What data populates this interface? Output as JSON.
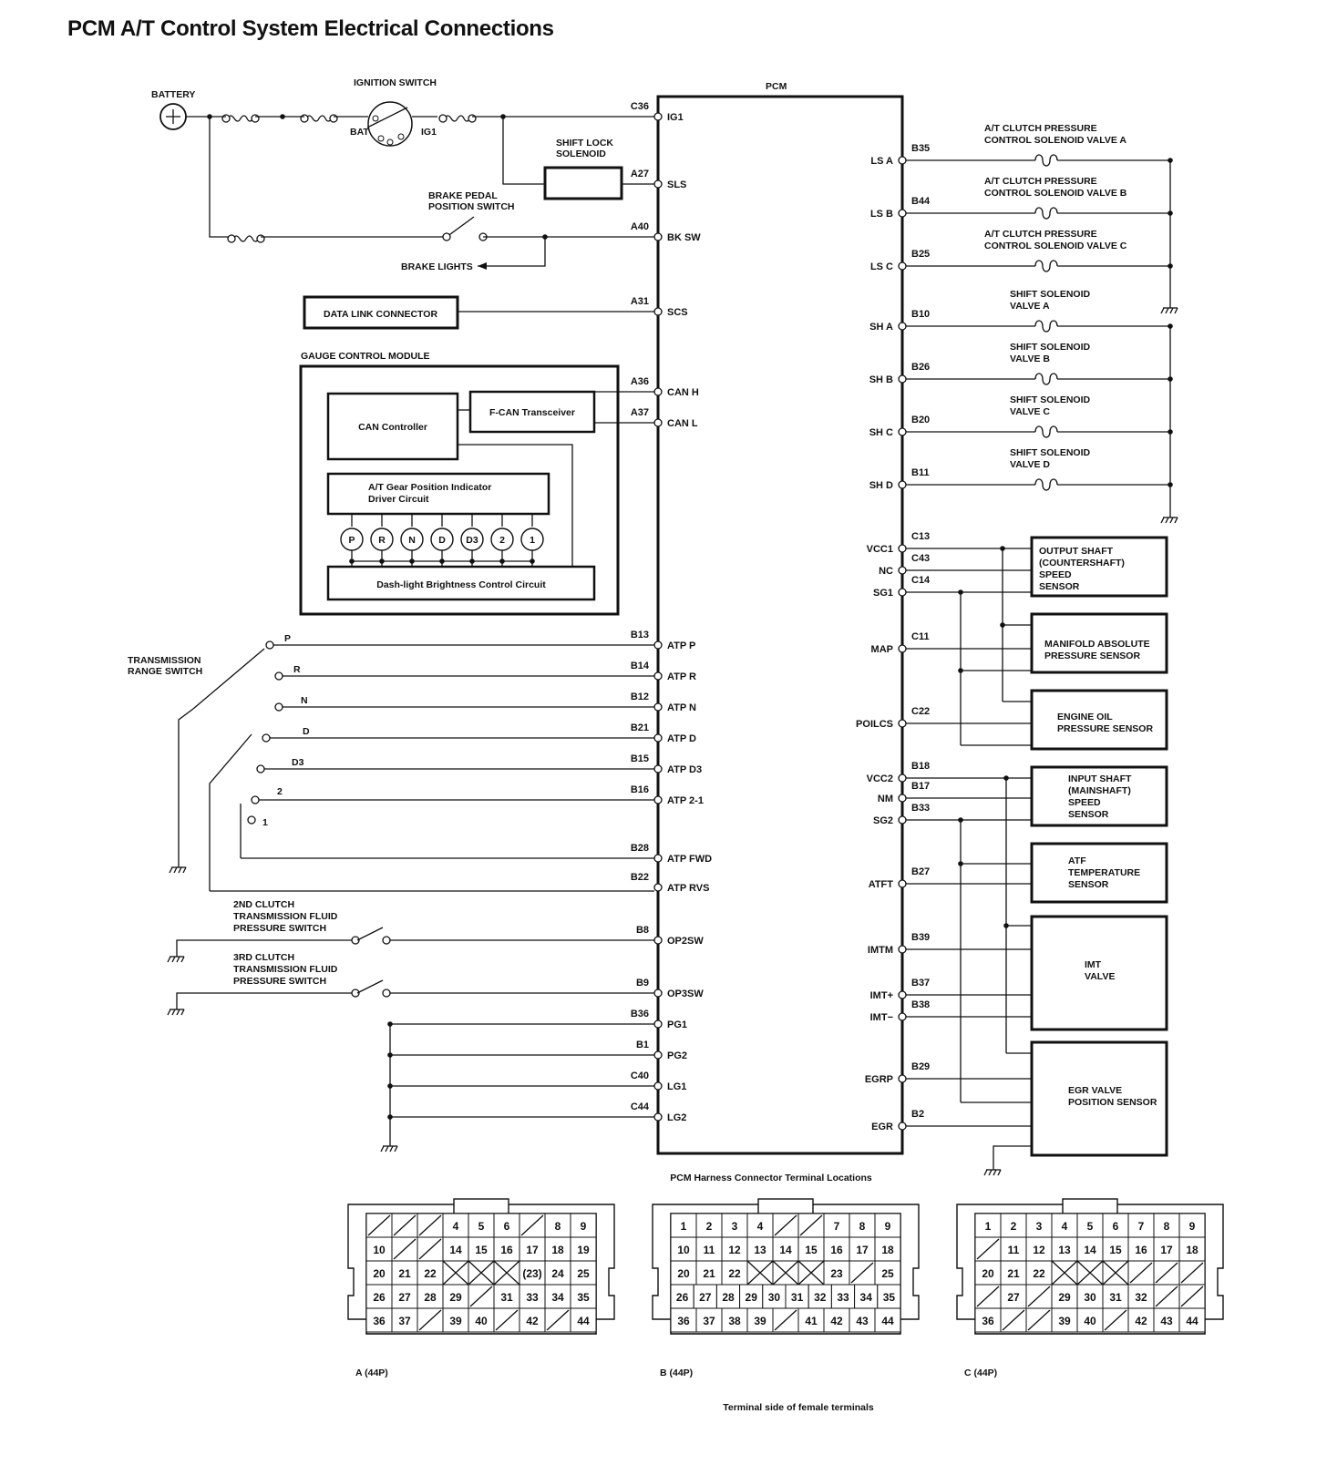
{
  "title": "PCM A/T Control System Electrical Connections",
  "labels": {
    "battery": "BATTERY",
    "ignition_switch": "IGNITION SWITCH",
    "bat": "BAT",
    "ig1": "IG1",
    "pcm": "PCM",
    "shift_lock_solenoid": [
      "SHIFT LOCK",
      "SOLENOID"
    ],
    "brake_pedal_switch": [
      "BRAKE PEDAL",
      "POSITION SWITCH"
    ],
    "brake_lights": "BRAKE LIGHTS",
    "data_link_connector": "DATA LINK CONNECTOR",
    "gauge_control_module": "GAUGE CONTROL MODULE",
    "can_controller": "CAN Controller",
    "fcan_transceiver": "F-CAN Transceiver",
    "gear_driver": [
      "A/T Gear Position Indicator",
      "Driver Circuit"
    ],
    "dash_brightness": "Dash-light Brightness Control Circuit",
    "transmission_range_switch": [
      "TRANSMISSION",
      "RANGE SWITCH"
    ],
    "clutch2_switch": [
      "2ND CLUTCH",
      "TRANSMISSION FLUID",
      "PRESSURE SWITCH"
    ],
    "clutch3_switch": [
      "3RD CLUTCH",
      "TRANSMISSION FLUID",
      "PRESSURE SWITCH"
    ],
    "connector_locations": "PCM Harness Connector Terminal Locations",
    "terminal_side": "Terminal side of female terminals"
  },
  "gear_indicators": [
    "P",
    "R",
    "N",
    "D",
    "D3",
    "2",
    "1"
  ],
  "range_positions": [
    "P",
    "R",
    "N",
    "D",
    "D3",
    "2",
    "1"
  ],
  "left_pins": [
    {
      "code": "C36",
      "name": "IG1"
    },
    {
      "code": "A27",
      "name": "SLS"
    },
    {
      "code": "A40",
      "name": "BK SW"
    },
    {
      "code": "A31",
      "name": "SCS"
    },
    {
      "code": "A36",
      "name": "CAN H"
    },
    {
      "code": "A37",
      "name": "CAN L"
    },
    {
      "code": "B13",
      "name": "ATP P"
    },
    {
      "code": "B14",
      "name": "ATP R"
    },
    {
      "code": "B12",
      "name": "ATP N"
    },
    {
      "code": "B21",
      "name": "ATP D"
    },
    {
      "code": "B15",
      "name": "ATP D3"
    },
    {
      "code": "B16",
      "name": "ATP 2-1"
    },
    {
      "code": "B28",
      "name": "ATP FWD"
    },
    {
      "code": "B22",
      "name": "ATP RVS"
    },
    {
      "code": "B8",
      "name": "OP2SW"
    },
    {
      "code": "B9",
      "name": "OP3SW"
    },
    {
      "code": "B36",
      "name": "PG1"
    },
    {
      "code": "B1",
      "name": "PG2"
    },
    {
      "code": "C40",
      "name": "LG1"
    },
    {
      "code": "C44",
      "name": "LG2"
    }
  ],
  "right_pins": [
    {
      "name": "LS A",
      "code": "B35"
    },
    {
      "name": "LS B",
      "code": "B44"
    },
    {
      "name": "LS C",
      "code": "B25"
    },
    {
      "name": "SH A",
      "code": "B10"
    },
    {
      "name": "SH B",
      "code": "B26"
    },
    {
      "name": "SH C",
      "code": "B20"
    },
    {
      "name": "SH D",
      "code": "B11"
    },
    {
      "name": "VCC1",
      "code": "C13"
    },
    {
      "name": "NC",
      "code": "C43"
    },
    {
      "name": "SG1",
      "code": "C14"
    },
    {
      "name": "MAP",
      "code": "C11"
    },
    {
      "name": "POILCS",
      "code": "C22"
    },
    {
      "name": "VCC2",
      "code": "B18"
    },
    {
      "name": "NM",
      "code": "B17"
    },
    {
      "name": "SG2",
      "code": "B33"
    },
    {
      "name": "ATFT",
      "code": "B27"
    },
    {
      "name": "IMTM",
      "code": "B39"
    },
    {
      "name": "IMT+",
      "code": "B37"
    },
    {
      "name": "IMT−",
      "code": "B38"
    },
    {
      "name": "EGRP",
      "code": "B29"
    },
    {
      "name": "EGR",
      "code": "B2"
    }
  ],
  "solenoids": [
    [
      "A/T CLUTCH PRESSURE",
      "CONTROL SOLENOID VALVE A"
    ],
    [
      "A/T CLUTCH PRESSURE",
      "CONTROL SOLENOID VALVE B"
    ],
    [
      "A/T CLUTCH PRESSURE",
      "CONTROL SOLENOID VALVE C"
    ],
    [
      "SHIFT SOLENOID",
      "VALVE A"
    ],
    [
      "SHIFT SOLENOID",
      "VALVE B"
    ],
    [
      "SHIFT SOLENOID",
      "VALVE C"
    ],
    [
      "SHIFT SOLENOID",
      "VALVE D"
    ]
  ],
  "sensors": [
    [
      "OUTPUT SHAFT",
      "(COUNTERSHAFT)",
      "SPEED",
      "SENSOR"
    ],
    [
      "MANIFOLD ABSOLUTE",
      "PRESSURE SENSOR"
    ],
    [
      "ENGINE OIL",
      "PRESSURE SENSOR"
    ],
    [
      "INPUT SHAFT",
      "(MAINSHAFT)",
      "SPEED",
      "SENSOR"
    ],
    [
      "ATF",
      "TEMPERATURE",
      "SENSOR"
    ],
    [
      "IMT",
      "VALVE"
    ],
    [
      "EGR VALVE",
      "POSITION SENSOR"
    ]
  ],
  "connectors": [
    {
      "label": "A (44P)",
      "rows": [
        [
          "/",
          "/",
          "/",
          "4",
          "5",
          "6",
          "/",
          "8",
          "9"
        ],
        [
          "10",
          "/",
          "/",
          "14",
          "15",
          "16",
          "17",
          "18",
          "19"
        ],
        [
          "20",
          "21",
          "22",
          "X",
          "X",
          "X",
          "(23)",
          "24",
          "25"
        ],
        [
          "26",
          "27",
          "28",
          "29",
          "/",
          "31",
          "33",
          "34",
          "35"
        ],
        [
          "36",
          "37",
          "/",
          "39",
          "40",
          "/",
          "42",
          "/",
          "44"
        ]
      ]
    },
    {
      "label": "B (44P)",
      "rows": [
        [
          "1",
          "2",
          "3",
          "4",
          "/",
          "/",
          "7",
          "8",
          "9"
        ],
        [
          "10",
          "11",
          "12",
          "13",
          "14",
          "15",
          "16",
          "17",
          "18"
        ],
        [
          "20",
          "21",
          "22",
          "X",
          "X",
          "X",
          "23",
          "/",
          "25"
        ],
        [
          "26",
          "27",
          "28",
          "29",
          "30",
          "31",
          "32",
          "33",
          "34",
          "35"
        ],
        [
          "36",
          "37",
          "38",
          "39",
          "/",
          "41",
          "42",
          "43",
          "44"
        ]
      ]
    },
    {
      "label": "C (44P)",
      "rows": [
        [
          "1",
          "2",
          "3",
          "4",
          "5",
          "6",
          "7",
          "8",
          "9"
        ],
        [
          "/",
          "11",
          "12",
          "13",
          "14",
          "15",
          "16",
          "17",
          "18"
        ],
        [
          "20",
          "21",
          "22",
          "X",
          "X",
          "X",
          "/",
          "/",
          "/"
        ],
        [
          "/",
          "27",
          "/",
          "29",
          "30",
          "31",
          "32",
          "/",
          "/"
        ],
        [
          "36",
          "/",
          "/",
          "39",
          "40",
          "/",
          "42",
          "43",
          "44"
        ]
      ]
    }
  ]
}
